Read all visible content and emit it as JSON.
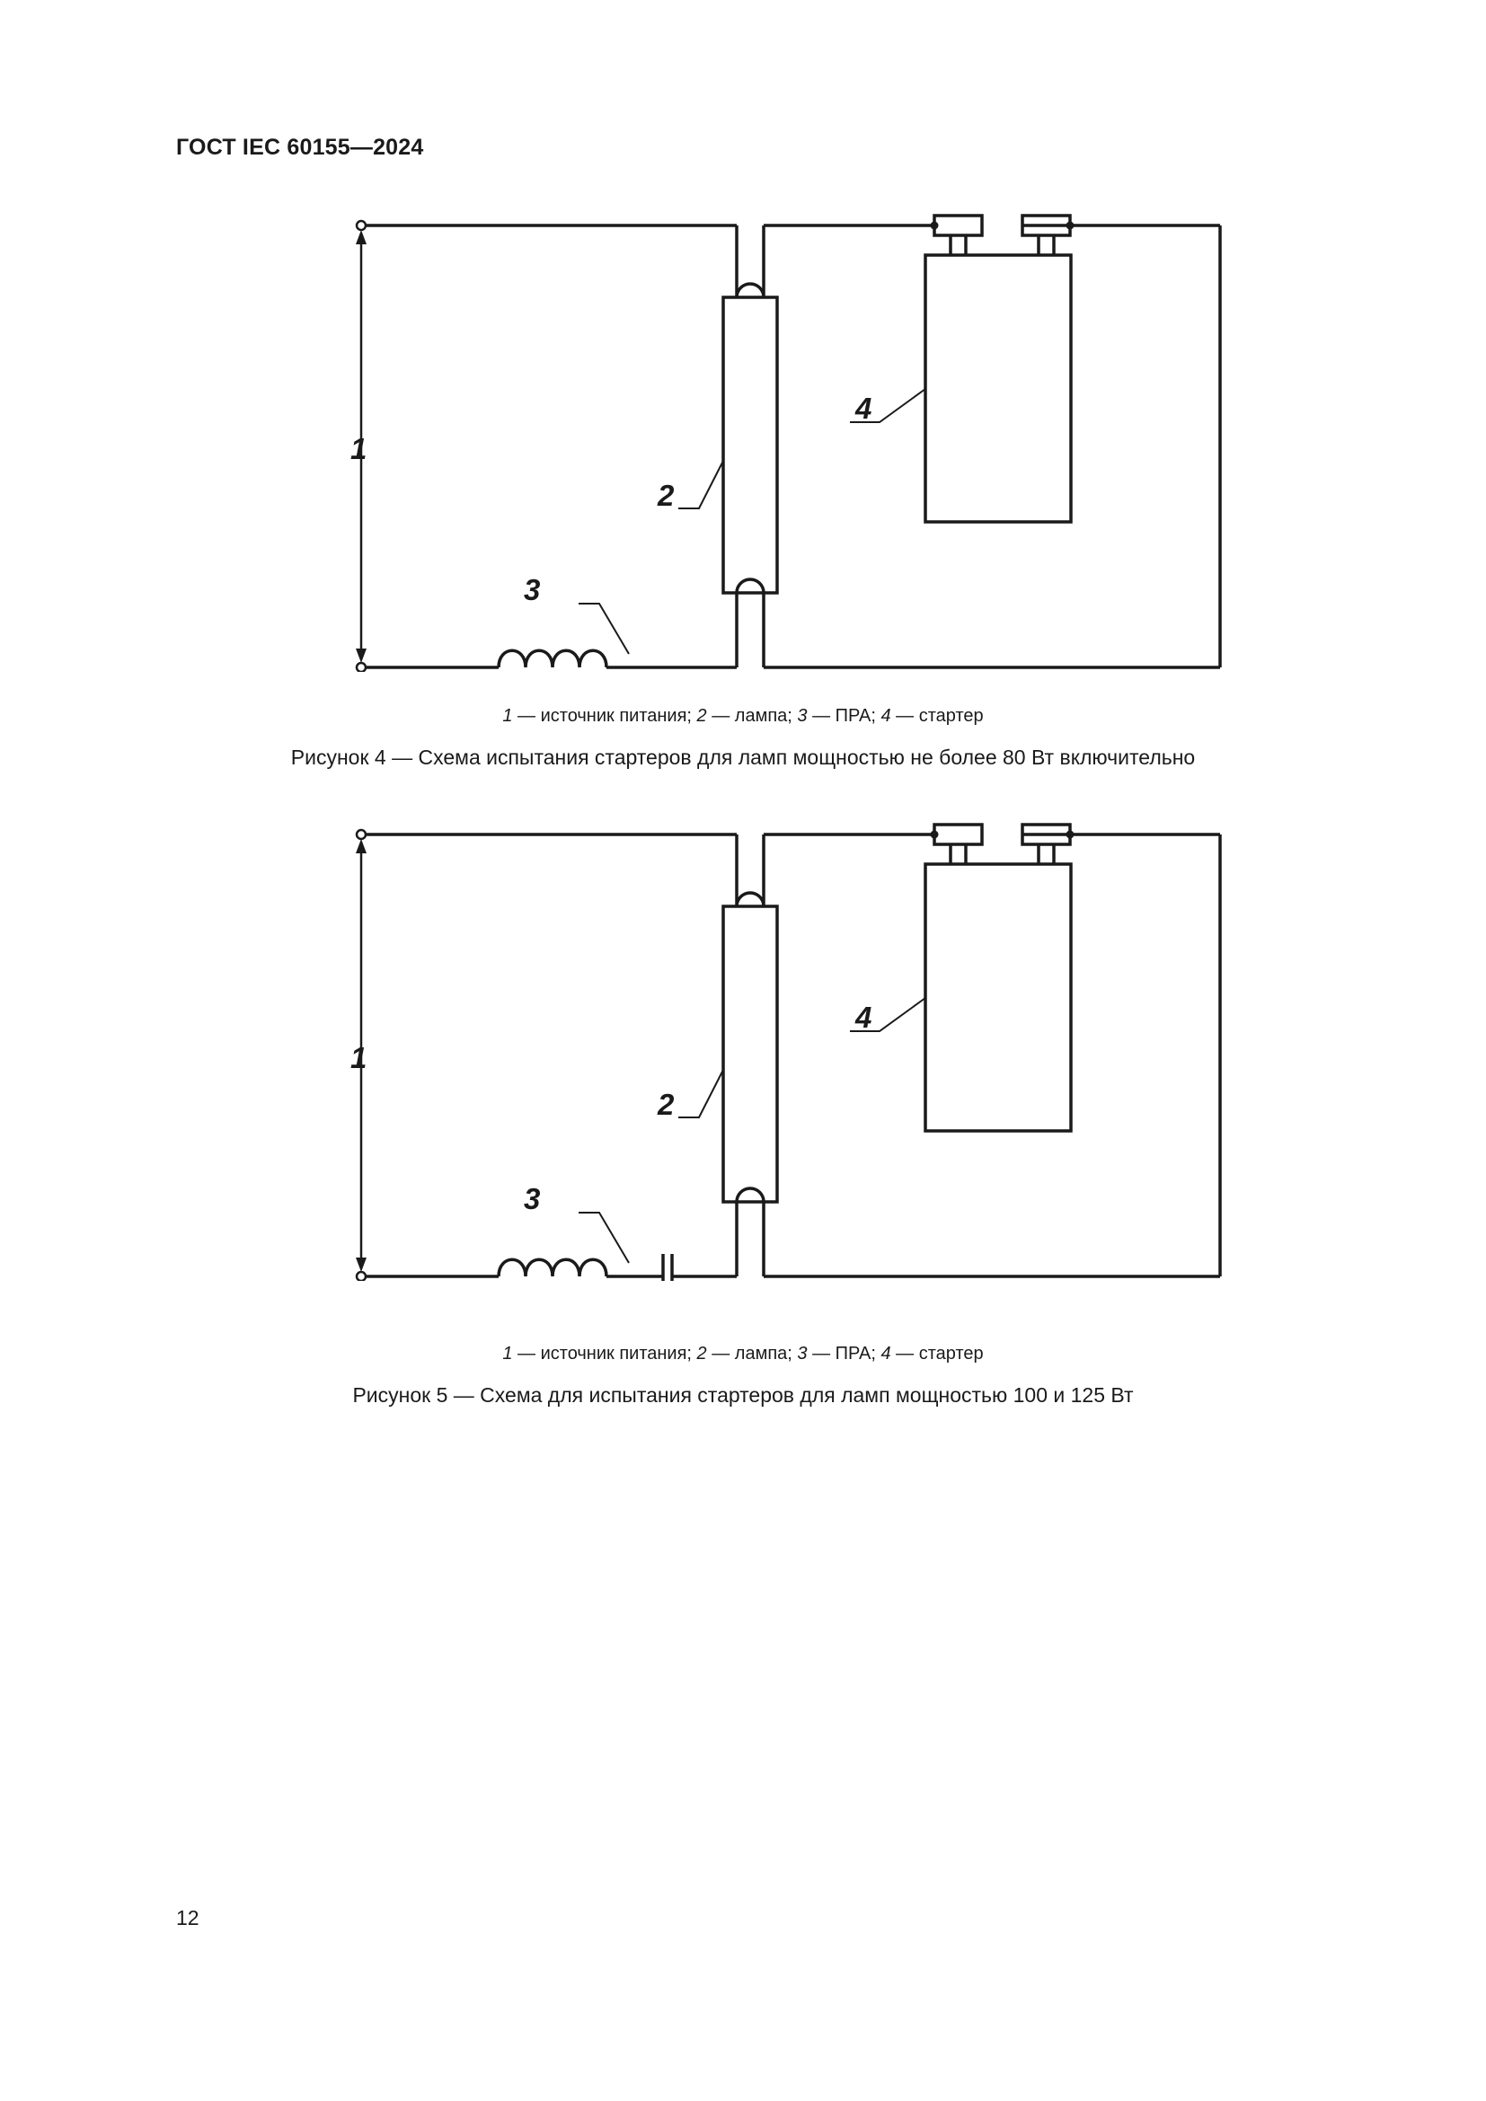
{
  "header": {
    "title": "ГОСТ IEC 60155—2024"
  },
  "figures": [
    {
      "labels": {
        "source": "1",
        "lamp": "2",
        "ballast": "3",
        "starter": "4"
      },
      "legend": [
        {
          "num": "1",
          "text": " — источник питания; "
        },
        {
          "num": "2",
          "text": " — лампа; "
        },
        {
          "num": "3",
          "text": " — ПРА; "
        },
        {
          "num": "4",
          "text": " — стартер"
        }
      ],
      "caption": "Рисунок 4 — Схема испытания стартеров для ламп мощностью не более 80 Вт включительно",
      "has_capacitor": false
    },
    {
      "labels": {
        "source": "1",
        "lamp": "2",
        "ballast": "3",
        "starter": "4"
      },
      "legend": [
        {
          "num": "1",
          "text": " — источник питания; "
        },
        {
          "num": "2",
          "text": " — лампа; "
        },
        {
          "num": "3",
          "text": " — ПРА; "
        },
        {
          "num": "4",
          "text": " — стартер"
        }
      ],
      "caption": "Рисунок 5 — Схема для испытания стартеров для ламп мощностью 100 и 125 Вт",
      "has_capacitor": true
    }
  ],
  "page_number": "12"
}
